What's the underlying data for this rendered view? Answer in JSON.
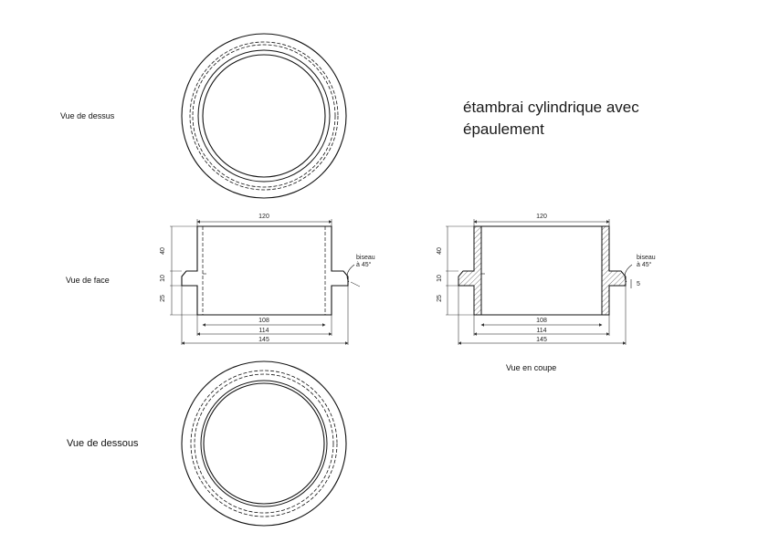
{
  "title": {
    "line1": "étambrai cylindrique avec",
    "line2": "épaulement"
  },
  "views": {
    "top": "Vue de dessus",
    "front": "Vue de face",
    "bottom": "Vue de dessous",
    "section": "Vue en coupe"
  },
  "dimensions": {
    "d120": "120",
    "d108": "108",
    "d114": "114",
    "d145": "145",
    "h40": "40",
    "h10": "10",
    "h25": "25",
    "h5": "5",
    "bevel_line1": "biseau",
    "bevel_line2": "à 45°"
  }
}
